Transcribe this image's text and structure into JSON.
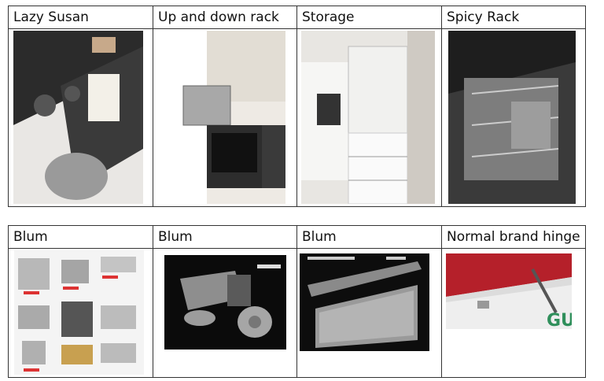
{
  "rows": [
    {
      "cells": [
        {
          "label": "Lazy Susan",
          "image": "lazy-susan-corner-cabinet-photo"
        },
        {
          "label": "Up and down rack",
          "image": "pull-down-rack-cabinet-photo"
        },
        {
          "label": "Storage",
          "image": "tall-storage-cabinet-photo"
        },
        {
          "label": "Spicy Rack",
          "image": "spice-rack-pullout-photo"
        }
      ]
    },
    {
      "cells": [
        {
          "label": "Blum",
          "image": "blum-hardware-catalog-photo"
        },
        {
          "label": "Blum",
          "image": "blum-soft-close-hinge-photo"
        },
        {
          "label": "Blum",
          "image": "blum-drawer-runner-photo"
        },
        {
          "label": "Normal brand hinge",
          "image": "normal-hinge-lift-photo"
        }
      ]
    }
  ],
  "colors": {
    "border": "#333333",
    "text": "#111111",
    "accent_red": "#b5202a"
  }
}
